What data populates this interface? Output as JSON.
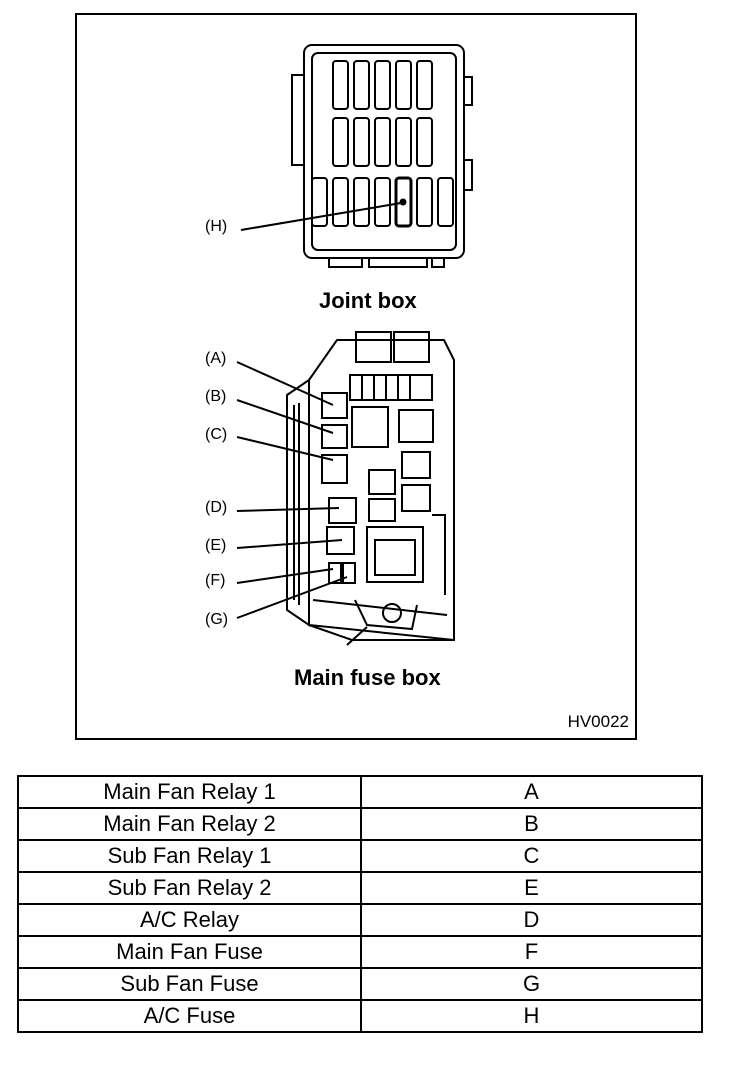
{
  "figure": {
    "joint_box_caption": "Joint box",
    "main_fuse_box_caption": "Main fuse box",
    "figure_code": "HV0022",
    "callouts": [
      "(A)",
      "(B)",
      "(C)",
      "(D)",
      "(E)",
      "(F)",
      "(G)",
      "(H)"
    ]
  },
  "table": {
    "rows": [
      {
        "name": "Main Fan Relay 1",
        "code": "A"
      },
      {
        "name": "Main Fan Relay 2",
        "code": "B"
      },
      {
        "name": "Sub Fan Relay 1",
        "code": "C"
      },
      {
        "name": "Sub Fan Relay 2",
        "code": "E"
      },
      {
        "name": "A/C Relay",
        "code": "D"
      },
      {
        "name": "Main Fan Fuse",
        "code": "F"
      },
      {
        "name": "Sub Fan Fuse",
        "code": "G"
      },
      {
        "name": "A/C Fuse",
        "code": "H"
      }
    ]
  }
}
